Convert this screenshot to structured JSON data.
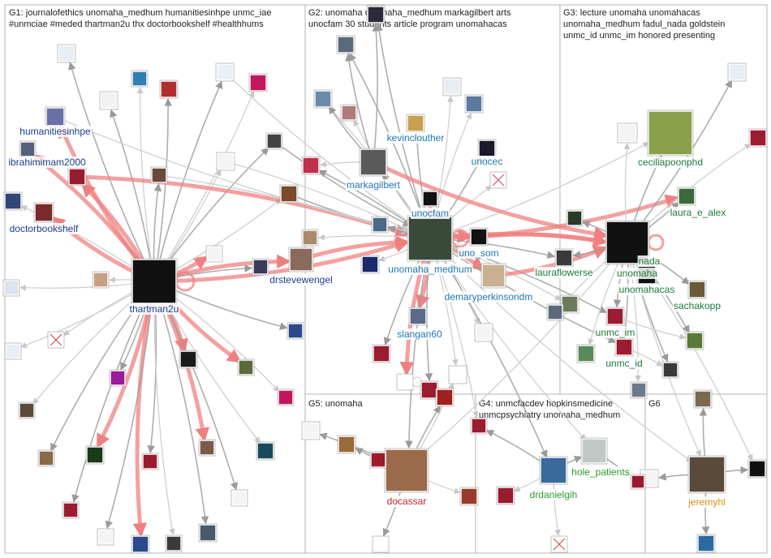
{
  "groups": [
    {
      "id": "G1",
      "title_lines": [
        "G1: journalofethics unomaha_medhum humanitiesinhpe unmc_iae",
        "#unmciae #meded thartman2u thx doctorbookshelf #healthhums"
      ]
    },
    {
      "id": "G2",
      "title_lines": [
        "G2: unomaha unomaha_medhum markagilbert arts",
        "unocfam 30 students article program unomahacas"
      ]
    },
    {
      "id": "G3",
      "title_lines": [
        "G3: lecture unomaha unomahacas",
        "unomaha_medhum fadul_nada goldstein",
        "unmc_id unmc_im honored presenting"
      ]
    },
    {
      "id": "G5",
      "title_lines": [
        "G5: unomaha"
      ]
    },
    {
      "id": "G4",
      "title_lines": [
        "G4: unmcfacdev hopkinsmedicine",
        "unmcpsychiatry unomaha_medhum"
      ]
    },
    {
      "id": "G6",
      "title_lines": [
        "G6"
      ]
    }
  ],
  "colors": {
    "g1_label": "#1a3d8f",
    "g2_label": "#1f78b4",
    "g3_label": "#1e7a3a",
    "g4_label": "#2a9d2a",
    "g5_label": "#c0282d",
    "g6_label": "#d98a1a",
    "edge_gray": "#9a9a9a",
    "edge_light": "#cfcfcf",
    "edge_red": "#f08080"
  },
  "labeled_nodes": [
    {
      "id": "thartman2u",
      "label": "thartman2u",
      "group": "G1"
    },
    {
      "id": "humanitiesinhpe",
      "label": "humanitiesinhpe",
      "group": "G1"
    },
    {
      "id": "ibrahimimam2000",
      "label": "ibrahimimam2000",
      "group": "G1"
    },
    {
      "id": "doctorbookshelf",
      "label": "doctorbookshelf",
      "group": "G1"
    },
    {
      "id": "drstevewengel",
      "label": "drstevewengel",
      "group": "G1"
    },
    {
      "id": "unomaha_medhum",
      "label": "unomaha_medhum",
      "group": "G2"
    },
    {
      "id": "markagilbert",
      "label": "markagilbert",
      "group": "G2"
    },
    {
      "id": "kevinclouther",
      "label": "kevinclouther",
      "group": "G2"
    },
    {
      "id": "unocec",
      "label": "unocec",
      "group": "G2"
    },
    {
      "id": "unocfam",
      "label": "unocfam",
      "group": "G2"
    },
    {
      "id": "uno_som",
      "label": "uno_som",
      "group": "G2"
    },
    {
      "id": "demaryperkinsondm",
      "label": "demaryperkinsondm",
      "group": "G2"
    },
    {
      "id": "slangan60",
      "label": "slangan60",
      "group": "G2"
    },
    {
      "id": "ceciliapoonphd",
      "label": "ceciliapoonphd",
      "group": "G3"
    },
    {
      "id": "laura_e_alex",
      "label": "laura_e_alex",
      "group": "G3"
    },
    {
      "id": "unomaha",
      "label": "unomaha",
      "group": "G3"
    },
    {
      "id": "nada",
      "label": "nada",
      "group": "G3"
    },
    {
      "id": "lauraflowerse",
      "label": "lauraflowerse",
      "group": "G3"
    },
    {
      "id": "unomahacas",
      "label": "unomahacas",
      "group": "G3"
    },
    {
      "id": "sachakopp",
      "label": "sachakopp",
      "group": "G3"
    },
    {
      "id": "unmc_im",
      "label": "unmc_im",
      "group": "G3"
    },
    {
      "id": "unmc_id",
      "label": "unmc_id",
      "group": "G3"
    },
    {
      "id": "docassar",
      "label": "docassar",
      "group": "G5"
    },
    {
      "id": "hole_patients",
      "label": "hole_patients",
      "group": "G4"
    },
    {
      "id": "drdanielgih",
      "label": "drdanielgih",
      "group": "G4"
    },
    {
      "id": "jeremyhl",
      "label": "jeremyhl",
      "group": "G6"
    }
  ]
}
